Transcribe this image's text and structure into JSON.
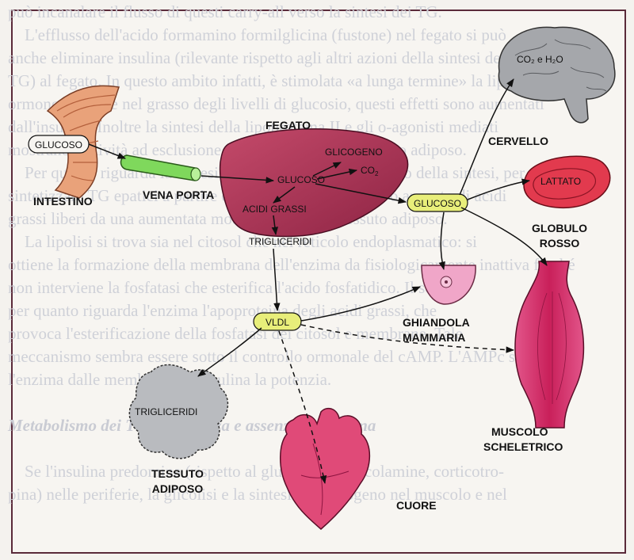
{
  "background_text": {
    "lines": [
      "può incanalare il flusso di questi carry-all verso la sintesi dei TG.",
      "    L'efflusso dell'acido formamino formilglicina (fustone) nel fegato si può",
      "anche eliminare insulina (rilevante rispetto agli altri azioni della sintesi dei",
      "TG) al fegato. In questo ambito infatti, è stimolata «a lunga termine» la lipasi",
      "ormonosensibile nel grasso degli livelli di glucosio, questi effetti sono aumentati",
      "dall'insulina. Inoltre la sintesi della lipoproteina II e gli o-agonisti mediati",
      "mostrano l'attività ad esclusione delle altre lipasi del tessuto adiposo.",
      "    Per quanto riguarda la sintesi dei grassi, lo scopo primario della sintesi, per",
      "sintetizzare TG epatici a partire da un apporto in eccessivo apporto di acidi",
      "grassi liberi da una aumentata mobilizzazione dal tessuto adiposo.",
      "    La lipolisi si trova sia nel citosol che nel reticolo endoplasmatico: si",
      "ottiene la formazione della membrana dell'enzima da fisiologicamente inattiva finché",
      "non interviene la fosfatasi che esterifica l'acido fosfatidico. Il seguito",
      "per quanto riguarda l'enzima l'apoproteina degli acidi grassi, che",
      "provoca l'esterificazione della fosfatasi dei citosol e membrane. Tale",
      "meccanismo sembra essere sotto il controllo ormonale del cAMP. L'AMPc sposta",
      "l'enzima dalle membrane e l'insulina la potenzia.",
      "",
      "Metabolismo dei TG in presenza e assenza di insulina",
      "",
      "    Se l'insulina predomina (rispetto al glucagone, catecolamine, corticotro-",
      "pina) nelle periferie, la glicolisi e la sintesi dei glicogeno nel muscolo e nel"
    ]
  },
  "organs": {
    "intestine": {
      "label": "INTESTINO",
      "color": "#e9a27a"
    },
    "portal_vein": {
      "label": "VENA PORTA",
      "color": "#7fd85c"
    },
    "liver": {
      "label": "FEGATO",
      "color": "#b53a5a"
    },
    "brain": {
      "label": "CERVELLO",
      "color": "#a5a7ab"
    },
    "red_cell": {
      "label_line1": "GLOBULO",
      "label_line2": "ROSSO",
      "color": "#e23a4e"
    },
    "mammary": {
      "label_line1": "GHIANDOLA",
      "label_line2": "MAMMARIA",
      "color": "#f0a6c8"
    },
    "muscle": {
      "label_line1": "MUSCOLO",
      "label_line2": "SCHELETRICO",
      "color": "#d8386a"
    },
    "adipose": {
      "label_line1": "TESSUTO",
      "label_line2": "ADIPOSO",
      "color": "#b9bbbf"
    },
    "heart": {
      "label": "CUORE",
      "color": "#e04a78"
    }
  },
  "molecules": {
    "glucose_intestine": "GLUCOSO",
    "glucose_liver": "GLUCOSO",
    "glycogen": "GLICOGENO",
    "co2_liver": "CO",
    "co2_sub": "2",
    "fatty_acids": "ACIDI GRASSI",
    "triglycerides_liver": "TRIGLICERIDI",
    "glucose_blood": "GLUCOSO",
    "lactate": "LATTATO",
    "brain_products": "CO₂ e H₂O",
    "vldl": "VLDL",
    "triglycerides_adipose": "TRIGLICERIDI"
  },
  "colors": {
    "capsule": "#e8ee7a",
    "arrow": "#111111",
    "frame": "#5a2a3a"
  }
}
